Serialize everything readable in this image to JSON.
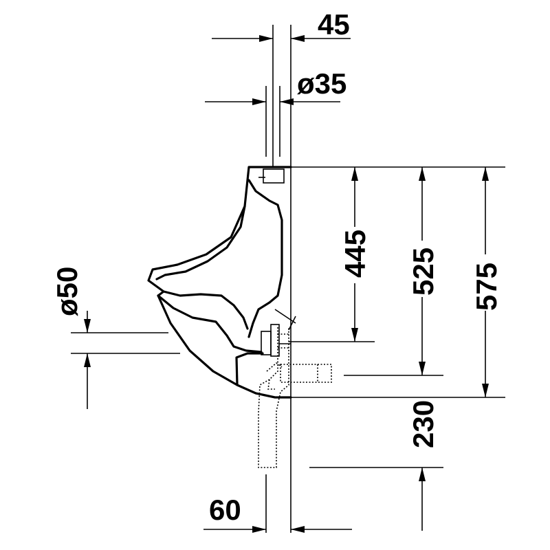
{
  "dimensions": {
    "wall_offset": "45",
    "inlet_diameter": "ø35",
    "outlet_diameter": "ø50",
    "rim_to_outlet": "445",
    "top_to_outlet_level": "525",
    "total_height": "575",
    "outlet_drop": "230",
    "outlet_offset": "60"
  }
}
